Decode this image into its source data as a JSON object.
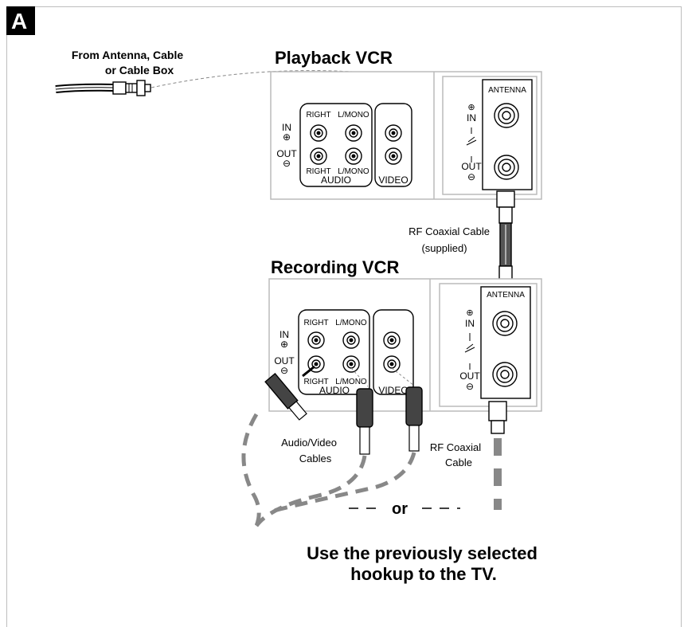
{
  "badge": "A",
  "source_label": [
    "From Antenna, Cable",
    "or Cable Box"
  ],
  "playback_title": "Playback VCR",
  "recording_title": "Recording VCR",
  "ports": {
    "right": "RIGHT",
    "lmono": "L/MONO",
    "audio": "AUDIO",
    "video": "VIDEO",
    "in": "IN",
    "out": "OUT",
    "antenna": "ANTENNA"
  },
  "rf_supplied": [
    "RF Coaxial Cable",
    "(supplied)"
  ],
  "av_cables": [
    "Audio/Video",
    "Cables"
  ],
  "rf_cable": [
    "RF Coaxial",
    "Cable"
  ],
  "or_label": "or",
  "instruction": [
    "Use the previously selected",
    "hookup to the TV."
  ],
  "colors": {
    "frame": "#bdbdbd",
    "dash": "#888888",
    "ink": "#000000"
  }
}
